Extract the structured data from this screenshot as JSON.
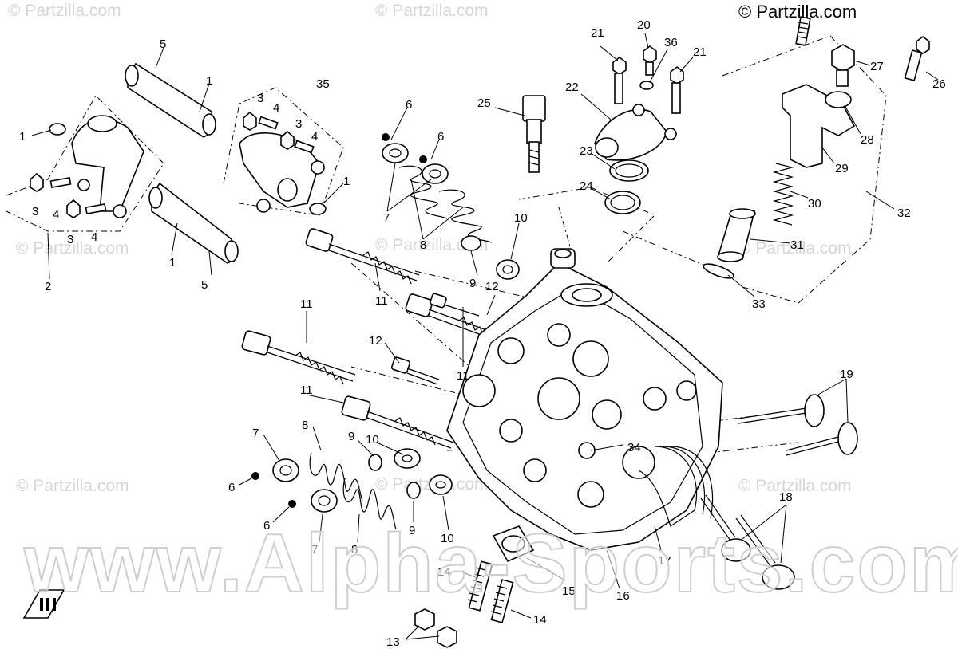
{
  "copyright": "© Partzilla.com",
  "watermarks": {
    "partzilla": "© Partzilla.com",
    "site": "www.Alpha-Sports.com"
  },
  "callouts": {
    "c1a": "1",
    "c1b": "1",
    "c1c": "1",
    "c1d": "1",
    "c2": "2",
    "c3a": "3",
    "c3b": "3",
    "c3c": "3",
    "c3d": "3",
    "c4a": "4",
    "c4b": "4",
    "c4c": "4",
    "c4d": "4",
    "c5a": "5",
    "c5b": "5",
    "c6a": "6",
    "c6b": "6",
    "c6c": "6",
    "c6d": "6",
    "c7a": "7",
    "c7b": "7",
    "c7c": "7",
    "c8a": "8",
    "c8b": "8",
    "c8c": "8",
    "c9a": "9",
    "c9b": "9",
    "c9c": "9",
    "c10a": "10",
    "c10b": "10",
    "c10c": "10",
    "c11a": "11",
    "c11b": "11",
    "c11c": "11",
    "c11d": "11",
    "c12a": "12",
    "c12b": "12",
    "c13": "13",
    "c14a": "14",
    "c14b": "14",
    "c15": "15",
    "c16": "16",
    "c17": "17",
    "c18": "18",
    "c19": "19",
    "c20": "20",
    "c21a": "21",
    "c21b": "21",
    "c22": "22",
    "c23": "23",
    "c24": "24",
    "c25": "25",
    "c26": "26",
    "c27": "27",
    "c28": "28",
    "c29": "29",
    "c30": "30",
    "c31": "31",
    "c32": "32",
    "c33": "33",
    "c34": "34",
    "c35": "35",
    "c36": "36"
  }
}
